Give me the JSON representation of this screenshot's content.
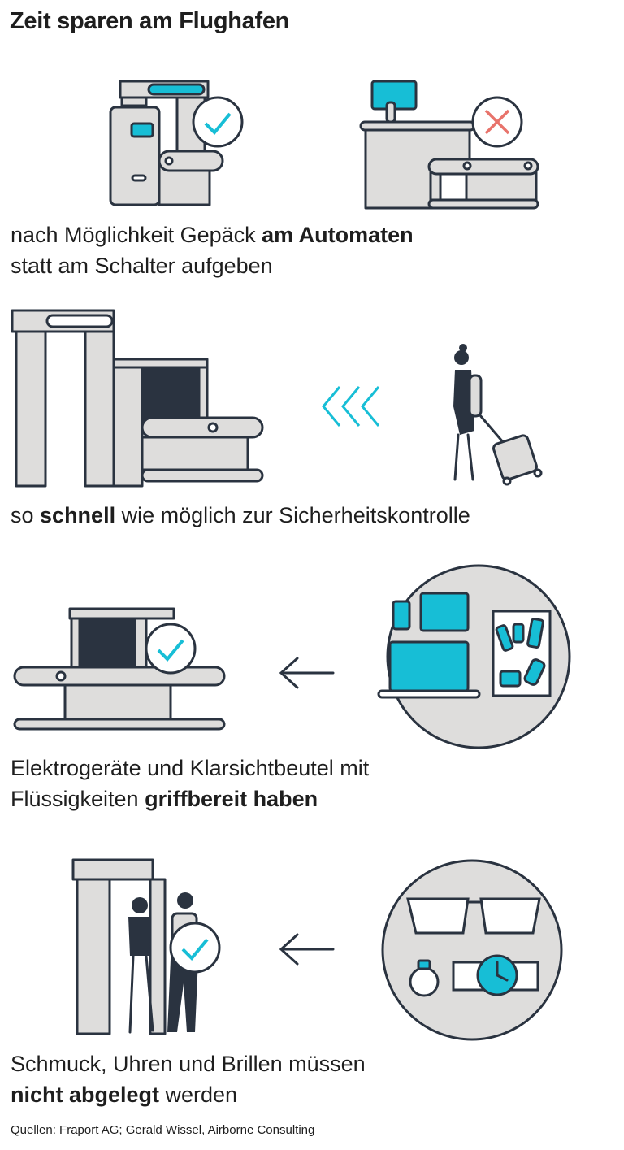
{
  "title": "Zeit sparen am Flughafen",
  "sections": [
    {
      "pre": "nach Möglichkeit Gepäck ",
      "bold": "am Automaten",
      "post": "statt am Schalter aufgeben"
    },
    {
      "pre": "so ",
      "bold": "schnell",
      "post": " wie möglich zur Sicherheitskontrolle"
    },
    {
      "pre": "Elektrogeräte und Klarsichtbeutel mit",
      "pre2": "Flüssigkeiten ",
      "bold": "griffbereit haben"
    },
    {
      "pre": "Schmuck, Uhren und Brillen müssen",
      "bold": "nicht abgelegt",
      "post": " werden"
    }
  ],
  "source": "Quellen: Fraport AG; Gerald Wissel, Airborne Consulting",
  "colors": {
    "accent": "#17bed6",
    "reject": "#e8736b",
    "stroke": "#2a3340",
    "fill": "#dedddc"
  }
}
